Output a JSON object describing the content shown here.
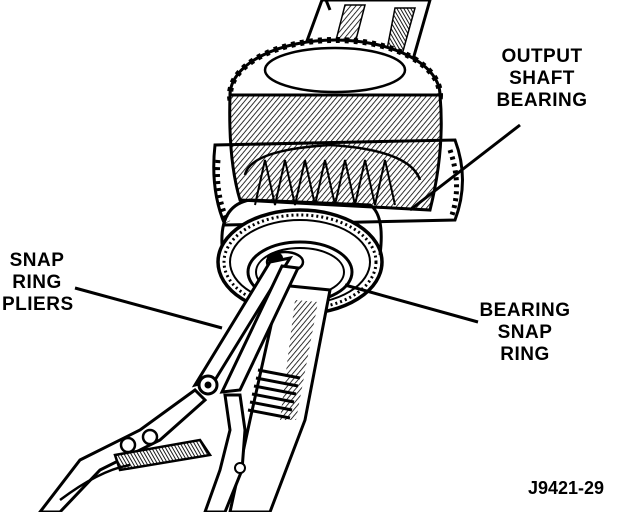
{
  "labels": {
    "output_shaft_bearing": [
      "OUTPUT",
      "SHAFT",
      "BEARING"
    ],
    "snap_ring_pliers": [
      "SNAP",
      "RING",
      "PLIERS"
    ],
    "bearing_snap_ring": [
      "BEARING",
      "SNAP",
      "RING"
    ]
  },
  "figure_id": "J9421-29",
  "colors": {
    "ink": "#000000",
    "paper": "#ffffff",
    "shade": "#5a5a5a"
  }
}
